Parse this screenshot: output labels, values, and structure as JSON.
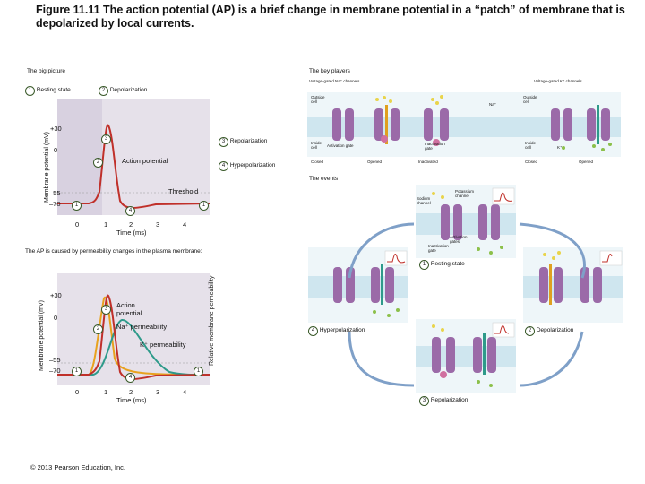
{
  "figure": {
    "title": "Figure 11.11  The action potential (AP) is a brief change in membrane potential in a “patch” of membrane that is depolarized by local currents."
  },
  "big_picture": {
    "heading": "The big picture",
    "stage1": "Resting state",
    "stage2": "Depolarization",
    "stage3": "Repolarization",
    "stage4": "Hyperpolarization",
    "ylabel": "Membrane potential (mV)",
    "xlabel": "Time (ms)",
    "annotation_ap": "Action potential",
    "annotation_threshold": "Threshold",
    "yticks": [
      "+30",
      "0",
      "–55",
      "–70"
    ],
    "xticks": [
      "0",
      "1",
      "2",
      "3",
      "4"
    ]
  },
  "permeability": {
    "heading": "The AP is caused by permeability changes in the plasma membrane:",
    "ylabel_left": "Membrane potential (mV)",
    "ylabel_right": "Relative membrane permeability",
    "xlabel": "Time (ms)",
    "annotation_ap": "Action potential",
    "annotation_na": "Na⁺ permeability",
    "annotation_k": "K⁺ permeability",
    "yticks": [
      "+30",
      "0",
      "–55",
      "–70"
    ],
    "xticks": [
      "0",
      "1",
      "2",
      "3",
      "4"
    ]
  },
  "key_players": {
    "heading": "The key players",
    "na_channels": "Voltage-gated Na⁺ channels",
    "k_channels": "Voltage-gated K⁺ channels",
    "outside_cell": "Outside cell",
    "inside_cell": "Inside cell",
    "activation_gate": "Activation gate",
    "inactivation_gate": "Inactivation gate",
    "closed": "Closed",
    "opened": "Opened",
    "inactivated": "Inactivated",
    "na_ion": "Na⁺",
    "k_ion": "K⁺"
  },
  "events": {
    "heading": "The events",
    "sodium_channel": "Sodium channel",
    "potassium_channel": "Potassium channel",
    "activation_gates": "Activation gates",
    "inactivation_gate": "Inactivation gate",
    "resting_state": "Resting state",
    "depolarization": "Depolarization",
    "repolarization": "Repolarization",
    "hyperpolarization": "Hyperpolarization"
  },
  "copyright": "© 2013 Pearson Education, Inc.",
  "colors": {
    "graph_bg": "#e6e1ea",
    "graph_bg_dark": "#cfc7d8",
    "ap_curve": "#c0302a",
    "na_curve": "#e8a21e",
    "k_curve": "#2e9a8a",
    "membrane_blue": "#cfe6ef",
    "channel_purple": "#9b6aa8",
    "ion_green": "#8cc04a",
    "ion_yellow": "#e9d44a",
    "gate_orange": "#e0a020"
  }
}
